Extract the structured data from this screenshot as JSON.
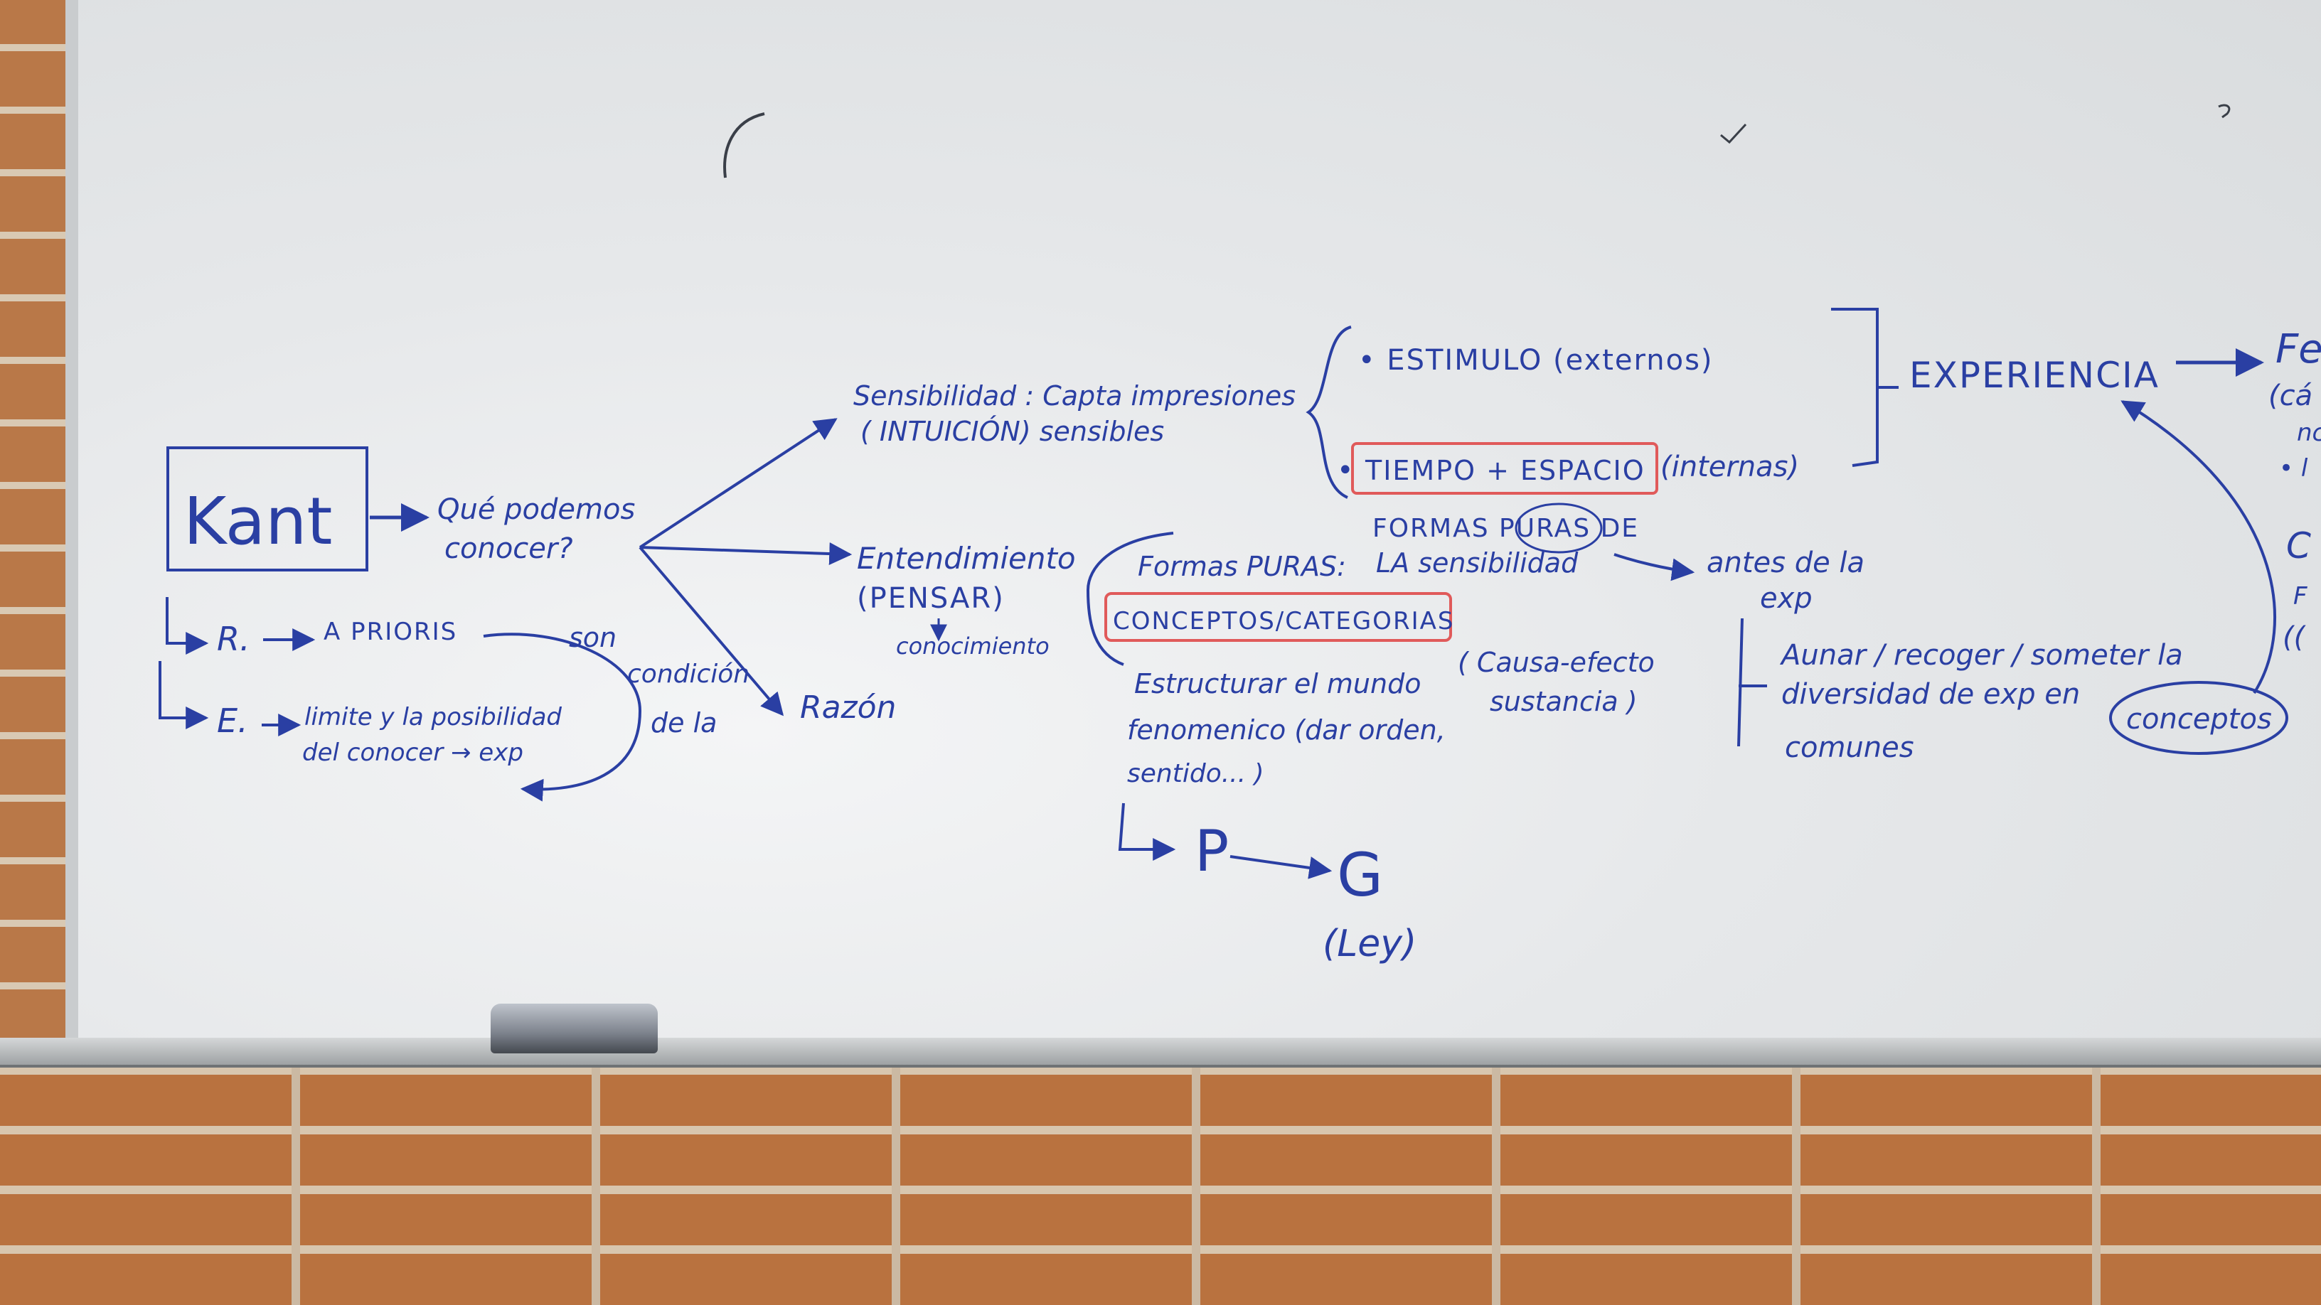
{
  "board": {
    "title": "Kant",
    "question": [
      "Qué podemos",
      "conocer?"
    ],
    "rationalism": {
      "letter": "R.",
      "text": "A PRIORIS",
      "note": [
        "son",
        "condición",
        "de la"
      ]
    },
    "empiricism": {
      "letter": "E.",
      "text": [
        "limite y la posibilidad",
        "del conocer → exp"
      ]
    },
    "sensibilidad": [
      "Sensibilidad : Capta impresiones",
      "( INTUICIÓN) sensibles"
    ],
    "estimulo": "• ESTIMULO (externos)",
    "tiempo_espacio": {
      "boxed": "TIEMPO + ESPACIO",
      "rest": "(internas)"
    },
    "formas_puras": [
      "FORMAS PURAS DE",
      "LA sensibilidad"
    ],
    "antes": [
      "antes de la",
      "exp"
    ],
    "experiencia": "EXPERIENCIA",
    "cut_right": [
      "Fe",
      "(cá",
      "nc",
      "• l",
      "C",
      "F",
      "(("
    ],
    "entendimiento": [
      "Entendimiento",
      "(PENSAR)",
      "conocimiento"
    ],
    "formas_puras_2": "Formas PURAS:",
    "conceptos": "CONCEPTOS/CATEGORIAS",
    "causa": [
      "( Causa-efecto",
      "sustancia )"
    ],
    "estructurar": [
      "Estructurar el mundo",
      "fenomenico (dar orden,",
      "sentido... )"
    ],
    "aunar": [
      "Aunar / recoger / someter la",
      "diversidad de exp en",
      "comunes"
    ],
    "conceptos_circled": "conceptos",
    "p_to_g": {
      "p": "P",
      "g": "G",
      "ley": "(Ley)"
    },
    "razon": "Razón"
  },
  "colors": {
    "ink": "#2a3fa3",
    "red_marker": "#e05a5a",
    "board": "#e6e8ea"
  }
}
